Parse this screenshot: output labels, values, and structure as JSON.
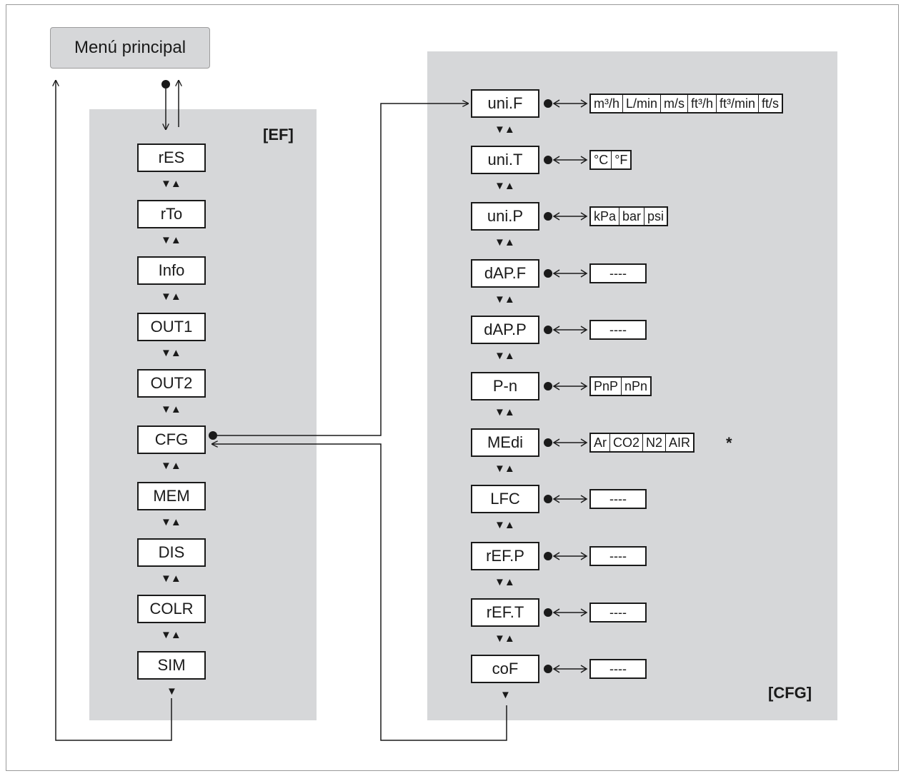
{
  "main_menu": {
    "label": "Menú principal"
  },
  "ef_panel": {
    "tag": "[EF]",
    "nav_symbol": "▼▲",
    "end_symbol": "▼",
    "items": [
      "rES",
      "rTo",
      "Info",
      "OUT1",
      "OUT2",
      "CFG",
      "MEM",
      "DIS",
      "COLR",
      "SIM"
    ]
  },
  "cfg_panel": {
    "tag": "[CFG]",
    "nav_symbol": "▼▲",
    "end_symbol": "▼",
    "footnote_marker": "*",
    "items": [
      {
        "label": "uni.F",
        "options": [
          "m³/h",
          "L/min",
          "m/s",
          "ft³/h",
          "ft³/min",
          "ft/s"
        ]
      },
      {
        "label": "uni.T",
        "options": [
          "°C",
          "°F"
        ]
      },
      {
        "label": "uni.P",
        "options": [
          "kPa",
          "bar",
          "psi"
        ]
      },
      {
        "label": "dAP.F",
        "options": [
          "----"
        ]
      },
      {
        "label": "dAP.P",
        "options": [
          "----"
        ]
      },
      {
        "label": "P-n",
        "options": [
          "PnP",
          "nPn"
        ]
      },
      {
        "label": "MEdi",
        "options": [
          "Ar",
          "CO2",
          "N2",
          "AIR"
        ]
      },
      {
        "label": "LFC",
        "options": [
          "----"
        ]
      },
      {
        "label": "rEF.P",
        "options": [
          "----"
        ]
      },
      {
        "label": "rEF.T",
        "options": [
          "----"
        ]
      },
      {
        "label": "coF",
        "options": [
          "----"
        ]
      }
    ]
  }
}
